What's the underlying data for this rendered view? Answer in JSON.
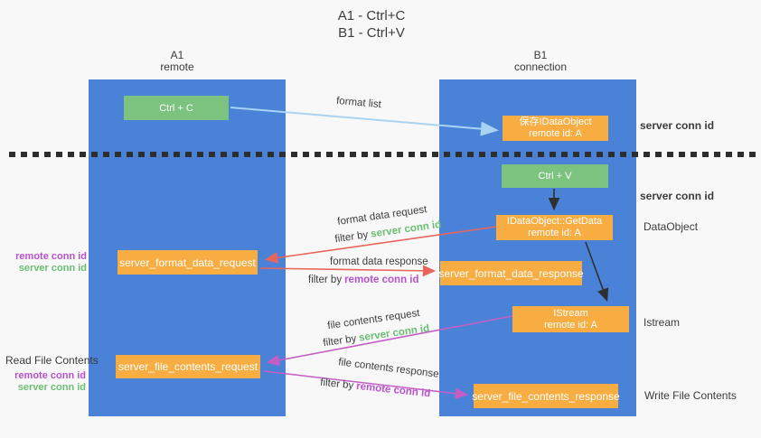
{
  "title": {
    "line1": "A1 - Ctrl+C",
    "line2": "B1 - Ctrl+V"
  },
  "columns": {
    "a1": {
      "name": "A1",
      "subtitle": "remote"
    },
    "b1": {
      "name": "B1",
      "subtitle": "connection"
    }
  },
  "boxes": {
    "ctrl_c": {
      "label": "Ctrl + C"
    },
    "ctrl_v": {
      "label": "Ctrl + V"
    },
    "save_dataobject": {
      "line1": "保存IDataObject",
      "line2": "remote id: A"
    },
    "getdata": {
      "line1": "IDataObject::GetData",
      "line2": "remote id: A"
    },
    "istream": {
      "line1": "IStream",
      "line2": "remote id: A"
    },
    "format_request": {
      "label": "server_format_data_request"
    },
    "format_response": {
      "label": "server_format_data_response"
    },
    "file_request": {
      "label": "server_file_contents_request"
    },
    "file_response": {
      "label": "server_file_contents_response"
    }
  },
  "terms": {
    "filter_by": "filter by",
    "server_conn_id": "server conn id",
    "remote_conn_id": "remote conn id"
  },
  "flow_labels": {
    "format_list": "format list",
    "format_data_request": "format data request",
    "format_data_response": "format data response",
    "file_contents_request": "file contents request",
    "file_contents_response": "file contents response"
  },
  "side_labels": {
    "dataobject": "DataObject",
    "istream": "Istream",
    "read_file_contents": "Read File Contents",
    "write_file_contents": "Write File Contents"
  },
  "colors": {
    "column_blue": "#4a82d8",
    "box_green": "#7cc37f",
    "box_orange": "#f7ad42",
    "arrow_blue": "#a9d4f1",
    "arrow_red": "#e8655c",
    "arrow_magenta": "#c45ec4",
    "arrow_black": "#2f2f2f",
    "text_green": "#6abf72",
    "text_purple": "#b653cc"
  }
}
